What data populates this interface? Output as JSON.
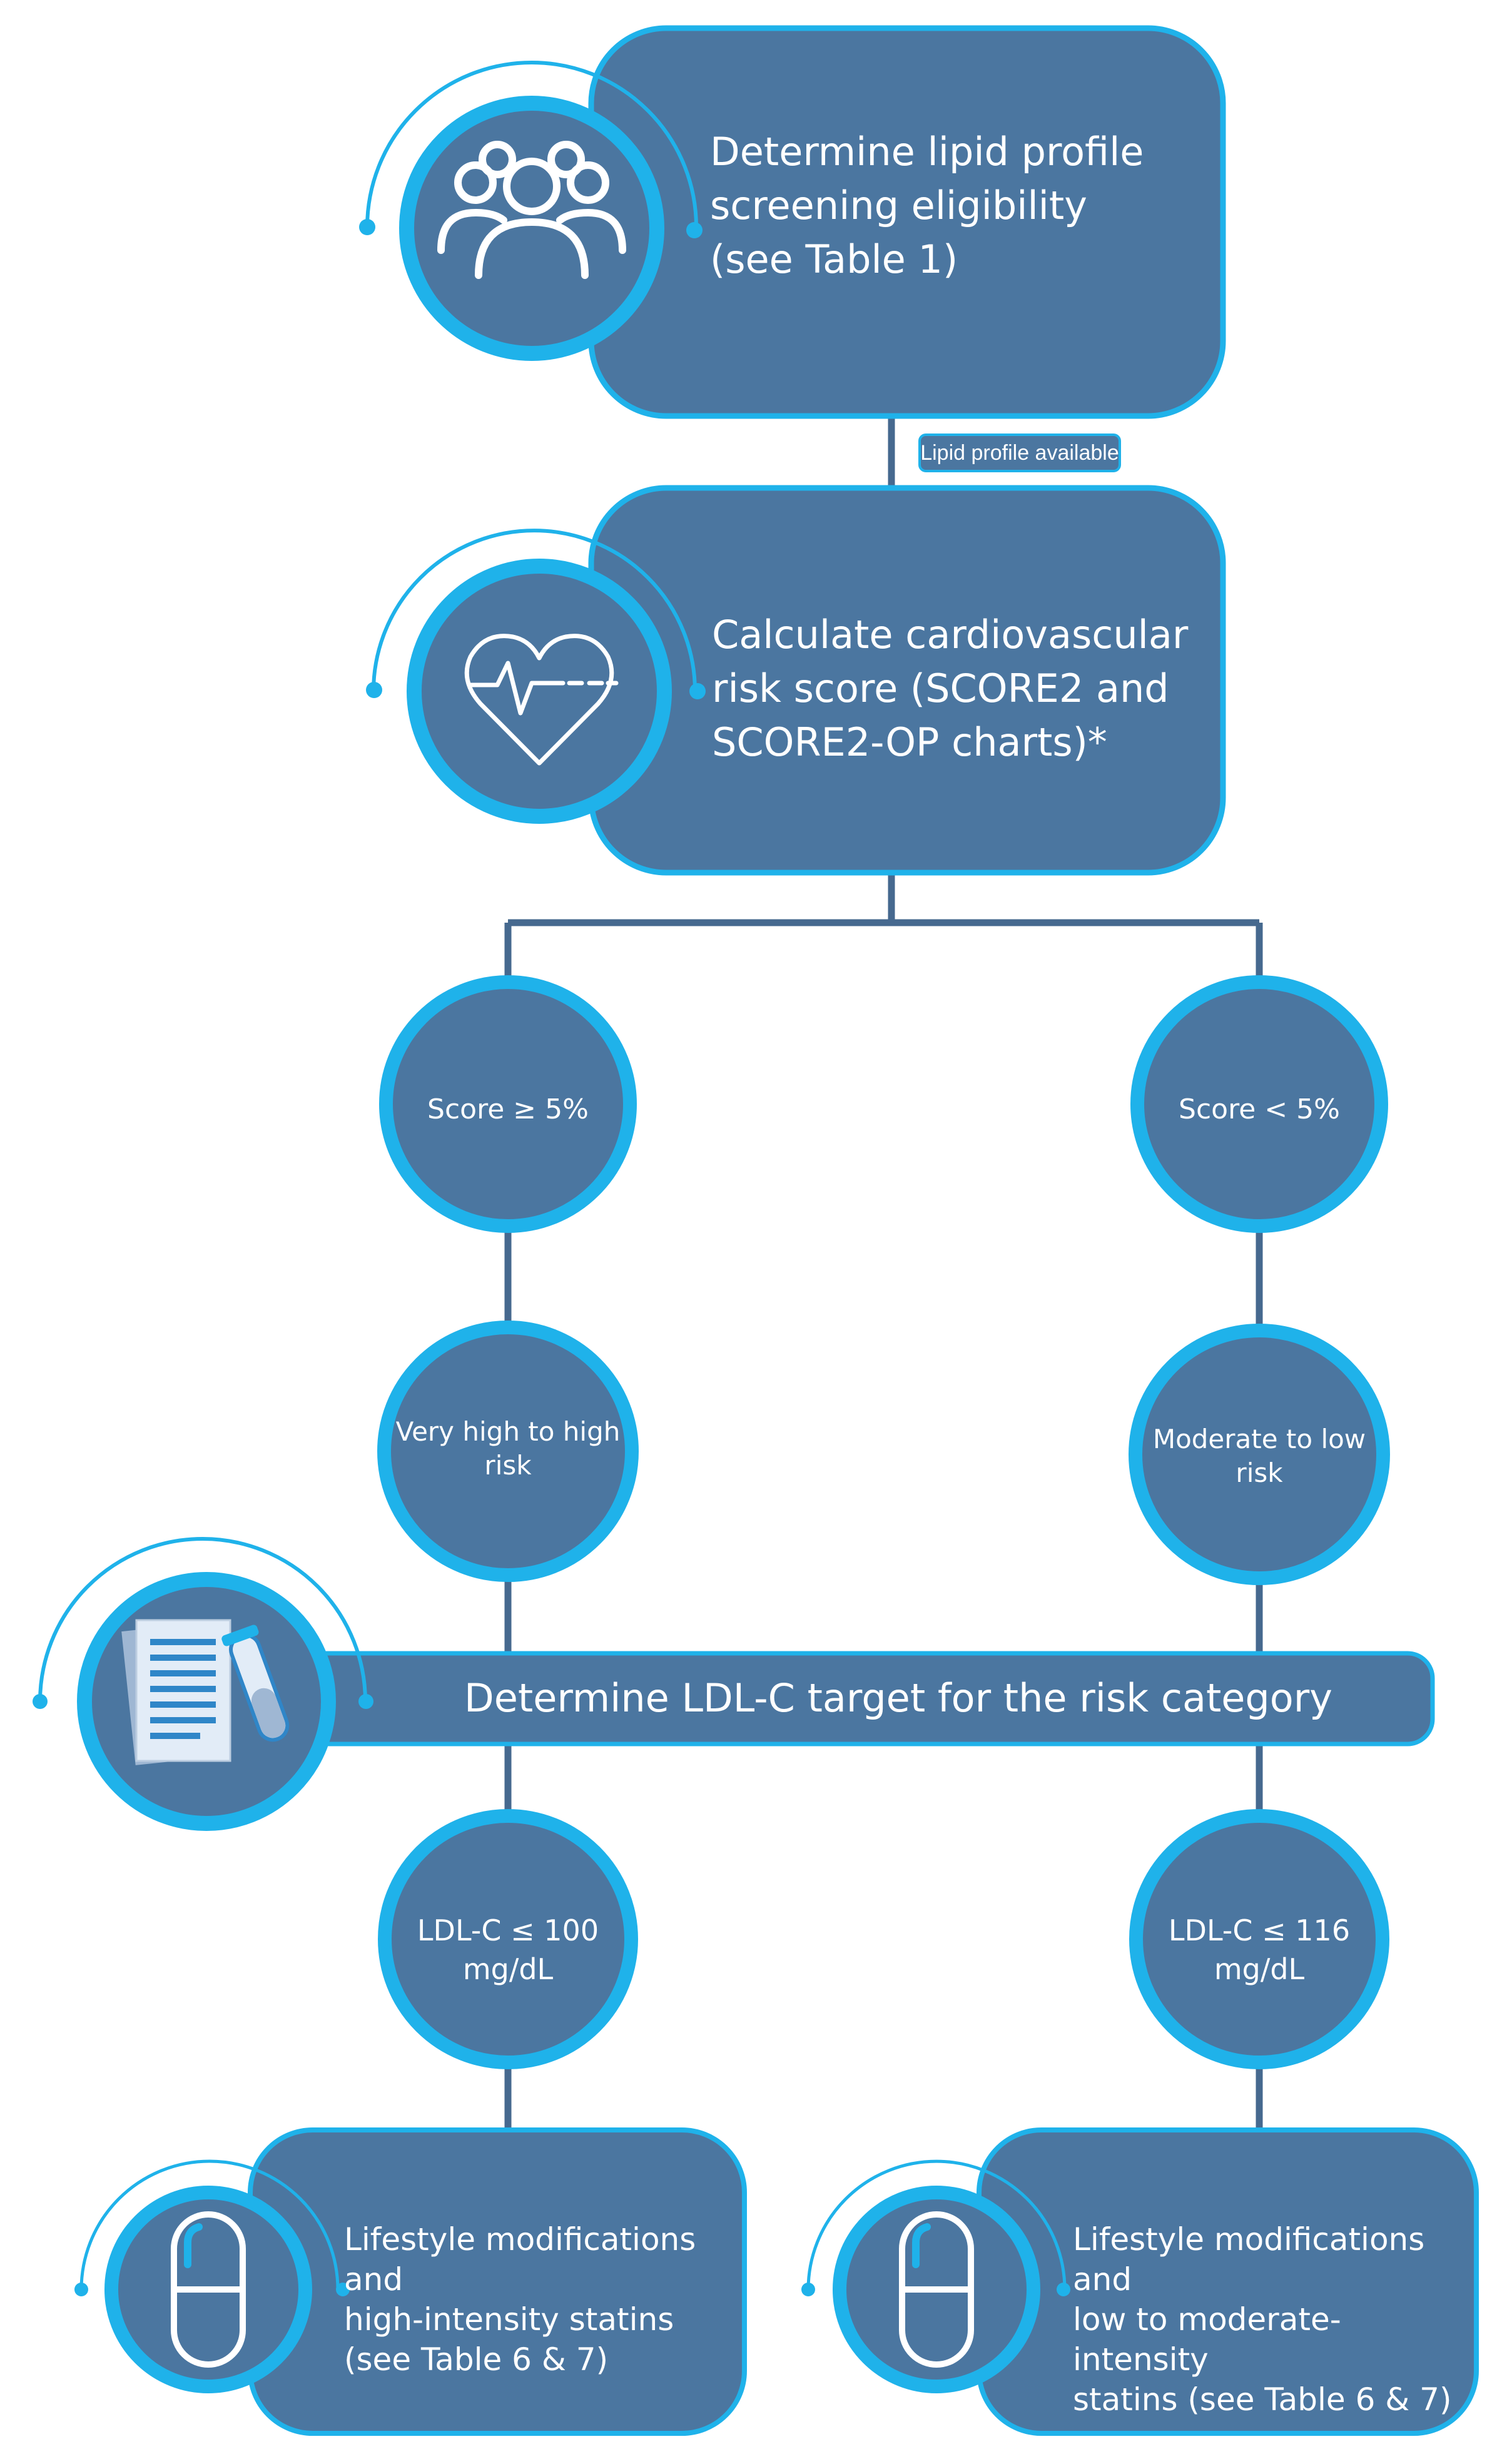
{
  "colors": {
    "box_fill": "#4b76a0",
    "accent": "#1fb2ea",
    "connector": "#46698f",
    "icon_paper": "#e2ecf7",
    "icon_lines": "#2f86c8"
  },
  "steps": {
    "screening": {
      "lines": [
        "Determine lipid profile",
        "screening eligibility",
        "(see Table 1)"
      ],
      "icon": "people-group-icon"
    },
    "connector_label": "Lipid profile available",
    "risk_score": {
      "lines": [
        "Calculate cardiovascular",
        "risk score (SCORE2 and",
        "SCORE2-OP charts)*"
      ],
      "icon": "heart-pulse-icon"
    },
    "ldl_target": {
      "text": "Determine LDL-C target for the risk category",
      "icon": "lab-report-icon"
    }
  },
  "branches": {
    "left": {
      "score": "Score ≥ 5%",
      "risk": [
        "Very high to high",
        "risk"
      ],
      "target": [
        "LDL-C  ≤ 100",
        "mg/dL"
      ],
      "treatment": [
        "Lifestyle modifications and",
        "high-intensity statins",
        "(see Table 6 & 7)"
      ],
      "icon": "pill-capsule-icon"
    },
    "right": {
      "score": "Score < 5%",
      "risk": [
        "Moderate to low",
        "risk"
      ],
      "target": [
        "LDL-C ≤ 116",
        "mg/dL"
      ],
      "treatment": [
        "Lifestyle modifications and",
        "low to moderate-intensity",
        "statins (see Table 6 & 7)"
      ],
      "icon": "pill-capsule-icon"
    }
  }
}
